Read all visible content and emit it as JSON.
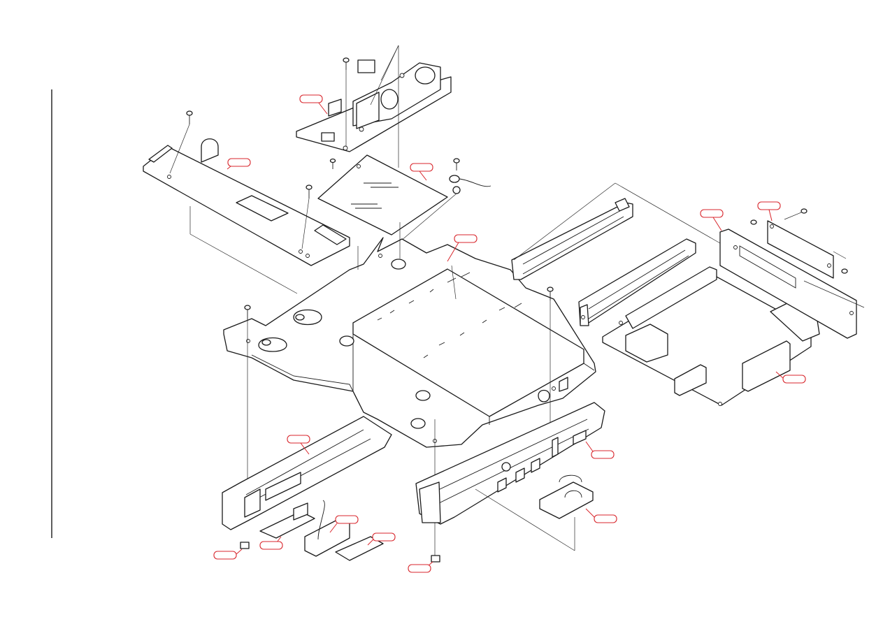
{
  "diagram": {
    "callouts": [
      {
        "id": "c-power-board",
        "label": ""
      },
      {
        "id": "c-left-board",
        "label": ""
      },
      {
        "id": "c-shield-plate",
        "label": ""
      },
      {
        "id": "c-chassis",
        "label": ""
      },
      {
        "id": "c-bracket-left",
        "label": ""
      },
      {
        "id": "c-bracket-right",
        "label": ""
      },
      {
        "id": "c-main-board",
        "label": ""
      },
      {
        "id": "c-front-left",
        "label": ""
      },
      {
        "id": "c-front-right",
        "label": ""
      },
      {
        "id": "c-small-pcb",
        "label": ""
      },
      {
        "id": "c-switch-board",
        "label": ""
      },
      {
        "id": "c-flex-cable",
        "label": ""
      },
      {
        "id": "c-foot-left",
        "label": ""
      },
      {
        "id": "c-lever",
        "label": ""
      },
      {
        "id": "c-foot-right",
        "label": ""
      }
    ],
    "palette": {
      "line": "#1a1a1a",
      "callout": "#d8262c",
      "background": "#ffffff"
    }
  }
}
